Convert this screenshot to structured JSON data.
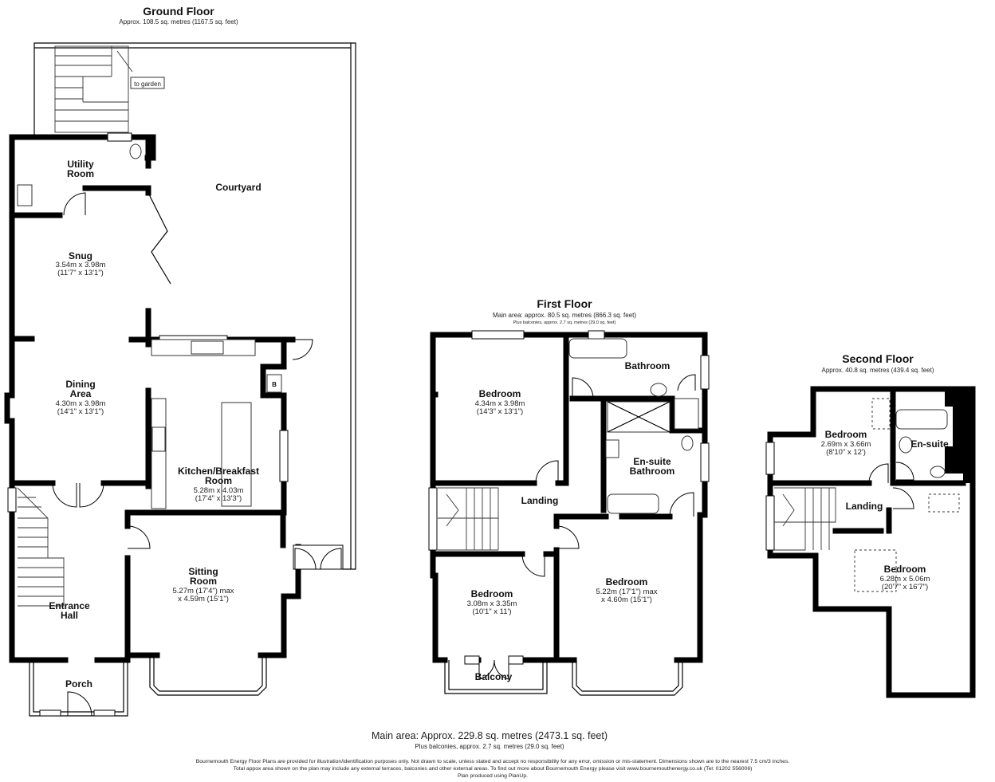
{
  "ground_floor": {
    "title": "Ground Floor",
    "area": "Approx. 108.5 sq. metres (1167.5 sq. feet)",
    "garden_label": "to garden",
    "rooms": {
      "utility": [
        "Utility",
        "Room"
      ],
      "courtyard": "Courtyard",
      "snug": {
        "name": "Snug",
        "dim1": "3.54m x 3.98m",
        "dim2": "(11'7\" x 13'1\")"
      },
      "dining": {
        "name1": "Dining",
        "name2": "Area",
        "dim1": "4.30m x 3.98m",
        "dim2": "(14'1\" x 13'1\")"
      },
      "kitchen": {
        "name1": "Kitchen/Breakfast",
        "name2": "Room",
        "dim1": "5.28m x 4.03m",
        "dim2": "(17'4\" x 13'3\")"
      },
      "boiler": "B",
      "sitting": {
        "name1": "Sitting",
        "name2": "Room",
        "dim1": "5.27m (17'4\") max",
        "dim2": "x 4.59m (15'1\")"
      },
      "entrance": [
        "Entrance",
        "Hall"
      ],
      "porch": "Porch"
    }
  },
  "first_floor": {
    "title": "First Floor",
    "area": "Main area: approx. 80.5 sq. metres (866.3 sq. feet)",
    "area_note": "Plus balconies, approx. 2.7 sq. metres (29.0 sq. feet)",
    "rooms": {
      "bedroom1": {
        "name": "Bedroom",
        "dim1": "4.34m x 3.98m",
        "dim2": "(14'3\" x 13'1\")"
      },
      "bathroom": "Bathroom",
      "ensuite": [
        "En-suite",
        "Bathroom"
      ],
      "landing": "Landing",
      "bedroom2": {
        "name": "Bedroom",
        "dim1": "3.08m x 3.35m",
        "dim2": "(10'1\" x 11')"
      },
      "bedroom3": {
        "name": "Bedroom",
        "dim1": "5.22m (17'1\") max",
        "dim2": "x 4.60m (15'1\")"
      },
      "balcony": "Balcony"
    }
  },
  "second_floor": {
    "title": "Second Floor",
    "area": "Approx. 40.8 sq. metres (439.4 sq. feet)",
    "rooms": {
      "bedroom1": {
        "name": "Bedroom",
        "dim1": "2.69m x 3.66m",
        "dim2": "(8'10\" x 12')"
      },
      "ensuite": "En-suite",
      "landing": "Landing",
      "bedroom2": {
        "name": "Bedroom",
        "dim1": "6.28m x 5.06m",
        "dim2": "(20'7\" x 16'7\")"
      }
    }
  },
  "footer": {
    "main_area": "Main area: Approx. 229.8 sq. metres (2473.1 sq. feet)",
    "balconies": "Plus balconies, approx. 2.7 sq. metres (29.0 sq. feet)",
    "disclaimer1": "Bournemouth Energy Floor Plans are provided for illustration/identification purposes only. Not drawn to scale, unless stated and accept no responsibility for any error, omission or mis-statement. Dimensions shown are to the nearest 7.5 cm/3 inches.",
    "disclaimer2": "Total appox area shown on the plan may include any external terraces, balconies and other external areas. To find out more about Bournemouth Energy please visit www.bournemouthenergy.co.uk (Tel: 01202 556006)",
    "disclaimer3": "Plan produced using PlanUp."
  }
}
